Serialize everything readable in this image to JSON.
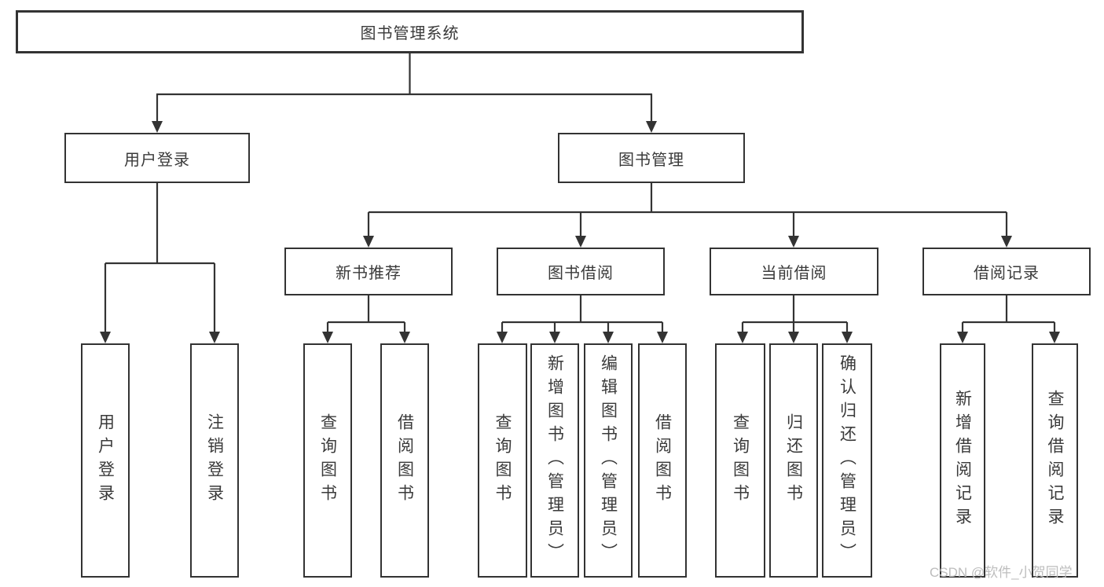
{
  "title": "图书管理系统",
  "level2": [
    {
      "label": "用户登录"
    },
    {
      "label": "图书管理"
    }
  ],
  "level3": [
    {
      "label": "新书推荐"
    },
    {
      "label": "图书借阅"
    },
    {
      "label": "当前借阅"
    },
    {
      "label": "借阅记录"
    }
  ],
  "leaves": {
    "user_login": [
      {
        "label": "用户登录"
      },
      {
        "label": "注销登录"
      }
    ],
    "new_book": [
      {
        "label": "查询图书"
      },
      {
        "label": "借阅图书"
      }
    ],
    "book_borrow": [
      {
        "label": "查询图书"
      },
      {
        "label": "新增图书（管理员）"
      },
      {
        "label": "编辑图书（管理员）"
      },
      {
        "label": "借阅图书"
      }
    ],
    "current_borrow": [
      {
        "label": "查询图书"
      },
      {
        "label": "归还图书"
      },
      {
        "label": "确认归还（管理员）"
      }
    ],
    "borrow_record": [
      {
        "label": "新增借阅记录"
      },
      {
        "label": "查询借阅记录"
      }
    ]
  },
  "watermark": "CSDN @软件_小贺同学",
  "colors": {
    "line": "#333333",
    "text": "#3a3a3a",
    "watermark": "#bdbdbd",
    "background": "#ffffff"
  }
}
